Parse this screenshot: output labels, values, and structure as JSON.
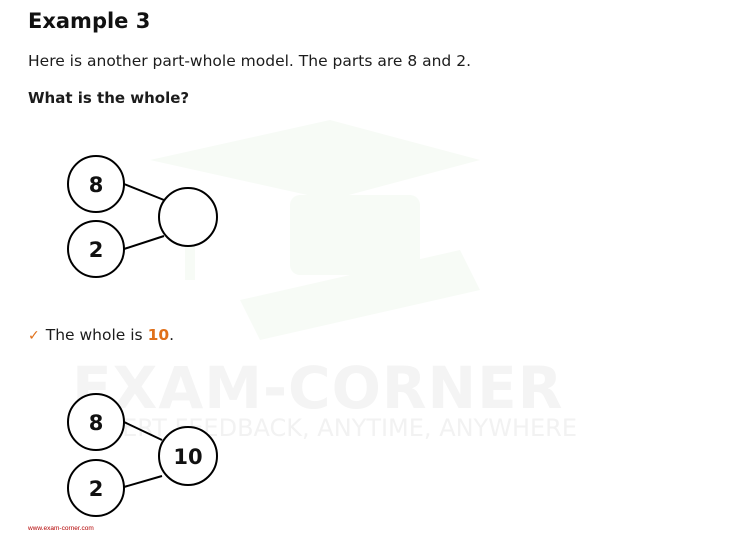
{
  "watermark": {
    "brand": "EXAM-CORNER",
    "tagline": "EXPERT FEEDBACK, ANYTIME, ANYWHERE"
  },
  "example": {
    "title": "Example 3",
    "intro": "Here is another part-whole model. The parts are 8 and 2.",
    "question": "What is the whole?",
    "model1": {
      "part_a": "8",
      "part_b": "2",
      "whole": ""
    },
    "answer_prefix": "The whole is ",
    "answer_value": "10",
    "answer_suffix": ".",
    "model2": {
      "part_a": "8",
      "part_b": "2",
      "whole": "10"
    }
  },
  "footer": {
    "url": "www.exam-corner.com"
  },
  "colors": {
    "accent": "#e0701a",
    "text": "#1c1c1c",
    "footer": "#b30000"
  },
  "icons": [
    "check-icon",
    "graduation-cap-watermark"
  ]
}
